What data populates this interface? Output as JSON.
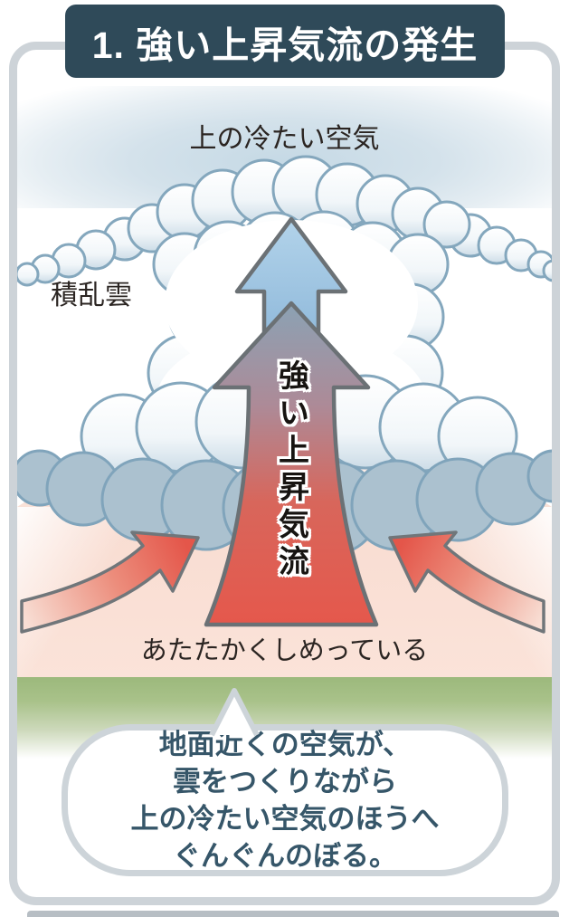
{
  "header": {
    "title": "1. 強い上昇気流の発生"
  },
  "diagram": {
    "cold_air_label": "上の冷たい空気",
    "cloud_label": "積乱雲",
    "updraft_label": "強い上昇気流",
    "ground_label": "あたたかくしめっている"
  },
  "bubble": {
    "lines": [
      "地面近くの空気が、",
      "雲をつくりながら",
      "上の冷たい空気のほうへ",
      "ぐんぐんのぼる。"
    ]
  },
  "colors": {
    "header_bg": "#2f4a59",
    "card_border": "#cdd3d8",
    "cloud_outline": "#84a7bd",
    "cloud_shadow": "#abc1cf",
    "updraft_red": "#e4564a",
    "updraft_blue": "#8ab5d8",
    "ground_pink": "#f8dcd1",
    "grass_green": "#a3bd82",
    "bubble_text": "#365669"
  }
}
